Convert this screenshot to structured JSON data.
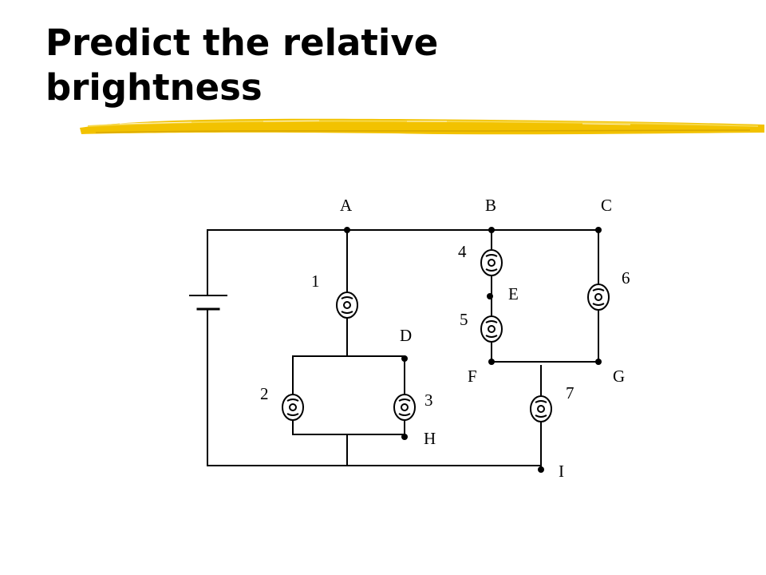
{
  "slide": {
    "title": "Predict the relative\nbrightness",
    "accent_color": "#f2c200"
  },
  "diagram": {
    "nodes": [
      {
        "id": "A",
        "label": "A"
      },
      {
        "id": "B",
        "label": "B"
      },
      {
        "id": "C",
        "label": "C"
      },
      {
        "id": "D",
        "label": "D"
      },
      {
        "id": "E",
        "label": "E"
      },
      {
        "id": "F",
        "label": "F"
      },
      {
        "id": "G",
        "label": "G"
      },
      {
        "id": "H",
        "label": "H"
      },
      {
        "id": "I",
        "label": "I"
      }
    ],
    "bulbs": [
      {
        "id": "1",
        "label": "1"
      },
      {
        "id": "2",
        "label": "2"
      },
      {
        "id": "3",
        "label": "3"
      },
      {
        "id": "4",
        "label": "4"
      },
      {
        "id": "5",
        "label": "5"
      },
      {
        "id": "6",
        "label": "6"
      },
      {
        "id": "7",
        "label": "7"
      }
    ]
  }
}
